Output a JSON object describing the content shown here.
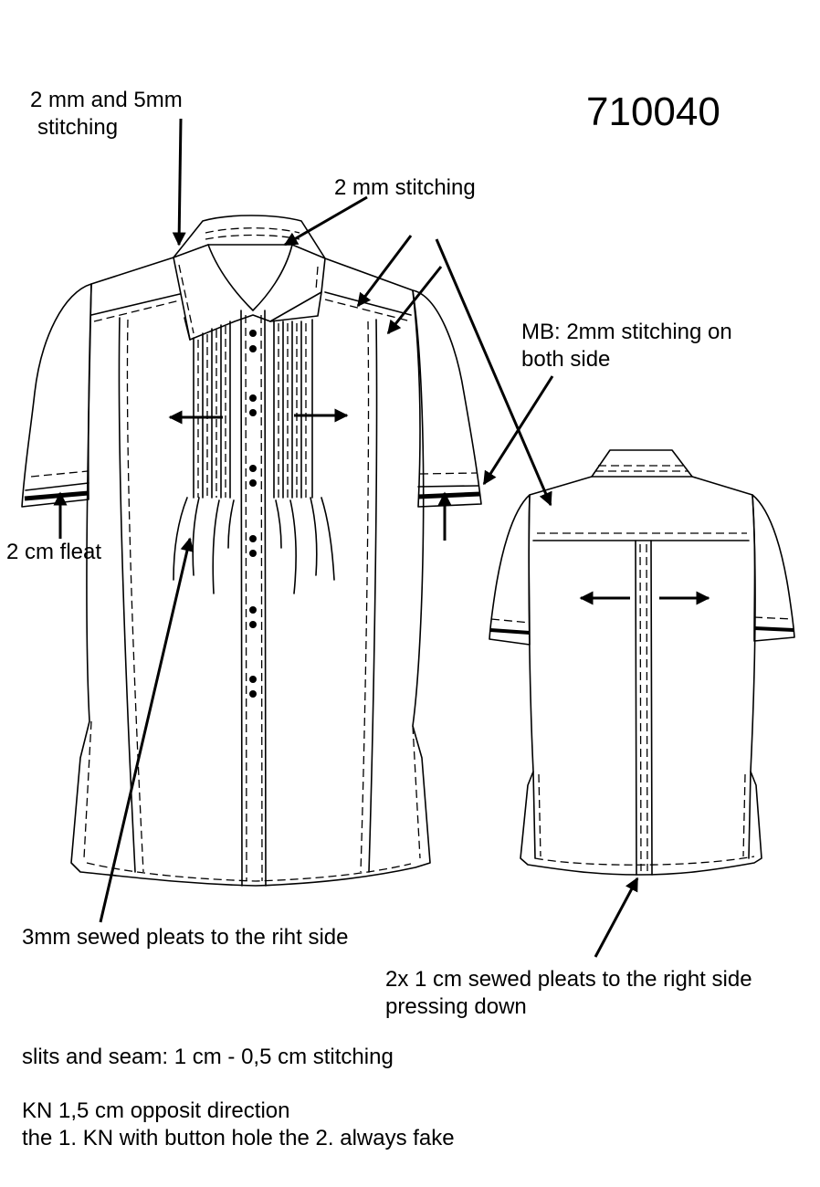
{
  "style_number": "710040",
  "annotations": {
    "collar_stitching_line1": "2 mm and 5mm",
    "collar_stitching_line2": "stitching",
    "yoke_stitching": "2 mm stitching",
    "mb_line1": "MB: 2mm stitching on",
    "mb_line2": "both side",
    "sleeve_fleat": "2 cm fleat",
    "front_pleats": "3mm sewed pleats to the riht side",
    "back_pleats_line1": "2x 1 cm sewed pleats to the right side",
    "back_pleats_line2": "pressing down"
  },
  "notes": {
    "slits": "slits and seam: 1 cm - 0,5 cm stitching",
    "kn_line1": "KN 1,5 cm opposit direction",
    "kn_line2": "the 1. KN with button hole the 2. always fake"
  }
}
